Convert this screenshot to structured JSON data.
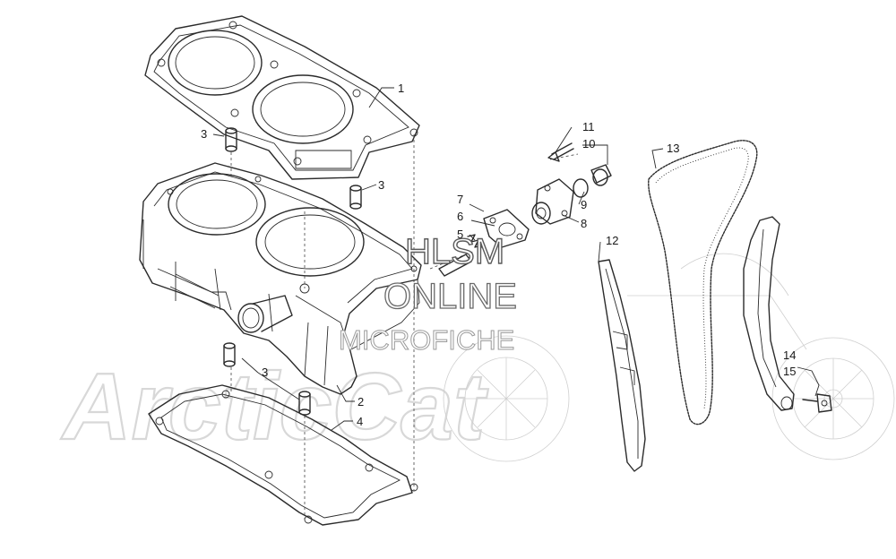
{
  "watermark": {
    "brand": "ArcticCat",
    "line1": "HLSM",
    "line2": "ONLINE",
    "line3": "MICROFICHE"
  },
  "callouts": [
    {
      "id": "c1",
      "text": "1"
    },
    {
      "id": "c2",
      "text": "2"
    },
    {
      "id": "c3a",
      "text": "3"
    },
    {
      "id": "c3b",
      "text": "3"
    },
    {
      "id": "c3c",
      "text": "3"
    },
    {
      "id": "c4",
      "text": "4"
    },
    {
      "id": "c5",
      "text": "5"
    },
    {
      "id": "c6",
      "text": "6"
    },
    {
      "id": "c7",
      "text": "7"
    },
    {
      "id": "c8",
      "text": "8"
    },
    {
      "id": "c9",
      "text": "9"
    },
    {
      "id": "c10",
      "text": "10"
    },
    {
      "id": "c11",
      "text": "11"
    },
    {
      "id": "c12",
      "text": "12"
    },
    {
      "id": "c13",
      "text": "13"
    },
    {
      "id": "c14",
      "text": "14"
    },
    {
      "id": "c15",
      "text": "15"
    }
  ]
}
